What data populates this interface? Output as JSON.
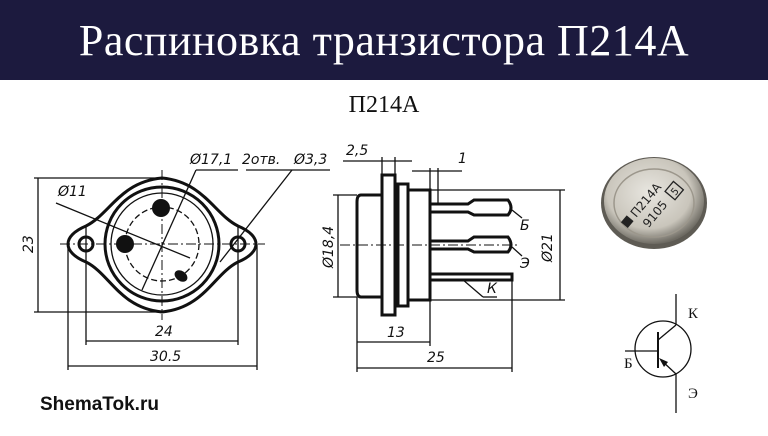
{
  "header": {
    "title": "Распиновка транзистора П214А"
  },
  "drawing": {
    "part_name": "П214А",
    "top_view": {
      "d_pitch": "Ø17,1",
      "holes": "2отв.",
      "d_hole": "Ø3,3",
      "d_inner": "Ø11",
      "height": "23",
      "hole_spacing": "24",
      "width": "30.5"
    },
    "side_view": {
      "flange": "2,5",
      "gap": "1",
      "d_body": "Ø18,4",
      "d_flange": "Ø21",
      "body_len": "13",
      "total_len": "25",
      "pin_b": "Б",
      "pin_e": "Э",
      "pin_k": "К"
    },
    "photo_marking": {
      "type": "П214А",
      "date": "9105",
      "quality": "5"
    },
    "symbol": {
      "collector": "К",
      "base": "Б",
      "emitter": "Э"
    }
  },
  "footer": {
    "site": "ShemaTok.ru"
  }
}
